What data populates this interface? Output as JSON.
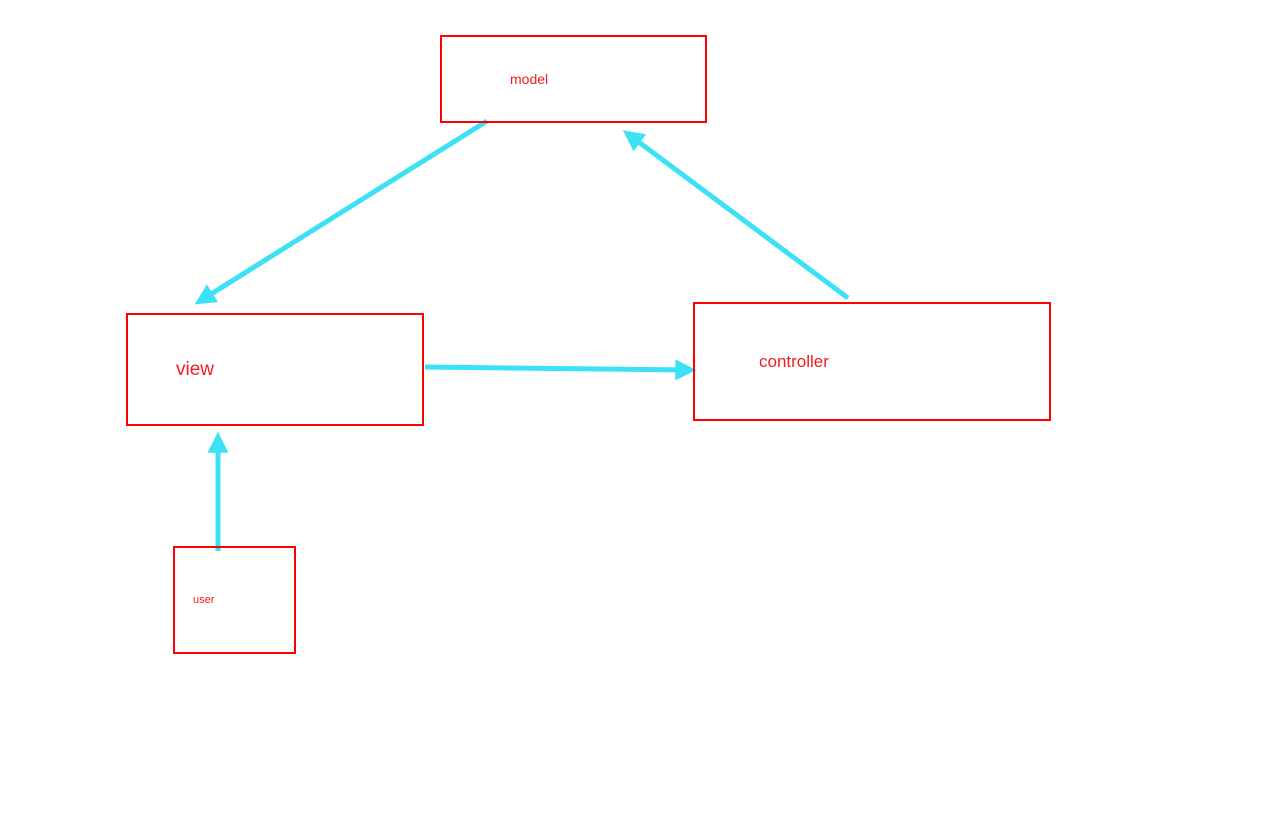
{
  "diagram": {
    "type": "mvc-flow-diagram",
    "nodes": [
      {
        "id": "model",
        "label": "model"
      },
      {
        "id": "view",
        "label": "view"
      },
      {
        "id": "controller",
        "label": "controller"
      },
      {
        "id": "user",
        "label": "user"
      }
    ],
    "edges": [
      {
        "from": "model",
        "to": "view",
        "direction": "arrow-points-at-view"
      },
      {
        "from": "controller",
        "to": "model",
        "direction": "arrow-points-at-model"
      },
      {
        "from": "view",
        "to": "controller",
        "direction": "arrow-points-at-controller"
      },
      {
        "from": "user",
        "to": "view",
        "direction": "arrow-points-at-view"
      }
    ]
  },
  "colors": {
    "box-border": "#ff0000",
    "label": "#f31b1b",
    "arrow": "#3ce1f5",
    "background": "#ffffff"
  }
}
